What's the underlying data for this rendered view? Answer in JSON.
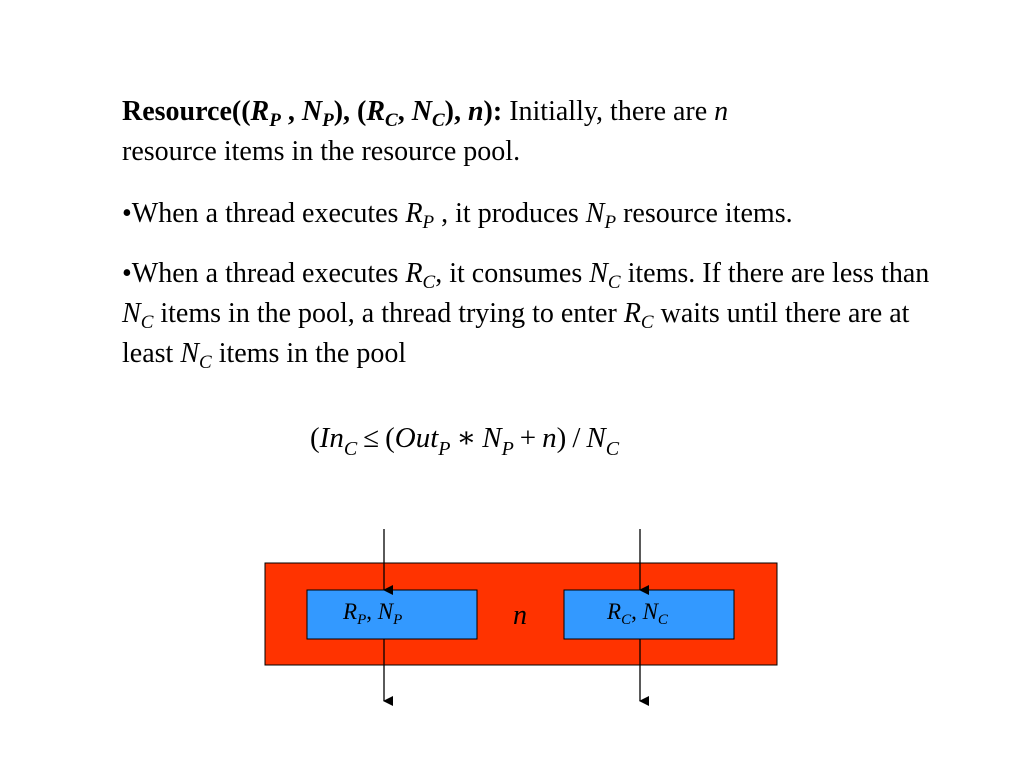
{
  "heading": {
    "resource": "Resource((",
    "rp_r": "R",
    "rp_sub": "P",
    "sep1": " , ",
    "np_n": "N",
    "np_sub": "P",
    "mid": "), (",
    "rc_r": "R",
    "rc_sub": "C",
    "sep2": ", ",
    "nc_n": "N",
    "nc_sub": "C",
    "tail": "), ",
    "n": "n",
    "close": "):",
    "desc1": " Initially, there are ",
    "desc_n": "n",
    "desc2": "resource items in the resource pool."
  },
  "bullet1": {
    "lead": "•When a thread executes ",
    "r": "R",
    "r_sub": "P",
    "mid": " , it produces ",
    "n": "N",
    "n_sub": "P",
    "tail": " resource items."
  },
  "bullet2": {
    "lead": "•When a thread executes ",
    "r1": "R",
    "r1_sub": "C",
    "mid1": ", it consumes ",
    "n1": "N",
    "n1_sub": "C",
    "mid2": " items. If there are less than ",
    "n2": "N",
    "n2_sub": "C",
    "mid3": " items in the pool, a thread trying to enter ",
    "r2": "R",
    "r2_sub": "C",
    "mid4": " waits until there are at least ",
    "n3": "N",
    "n3_sub": "C",
    "tail": " items in the pool"
  },
  "formula": {
    "open": "(",
    "in": "In",
    "in_sub": "C",
    "leq": "≤",
    "open2": "(",
    "out": "Out",
    "out_sub": "P",
    "times": "∗",
    "np": "N",
    "np_sub": "P",
    "plus": "+",
    "n": "n",
    "close": ")",
    "slash": "/",
    "nc": "N",
    "nc_sub": "C"
  },
  "diagram": {
    "pool_color": "#ff3300",
    "box_color": "#3399ff",
    "producer": {
      "r": "R",
      "r_sub": "P",
      "sep": ", ",
      "n": "N",
      "n_sub": "P"
    },
    "consumer": {
      "r": "R",
      "r_sub": "C",
      "sep": ", ",
      "n": "N",
      "n_sub": "C"
    },
    "pool_count": "n"
  }
}
